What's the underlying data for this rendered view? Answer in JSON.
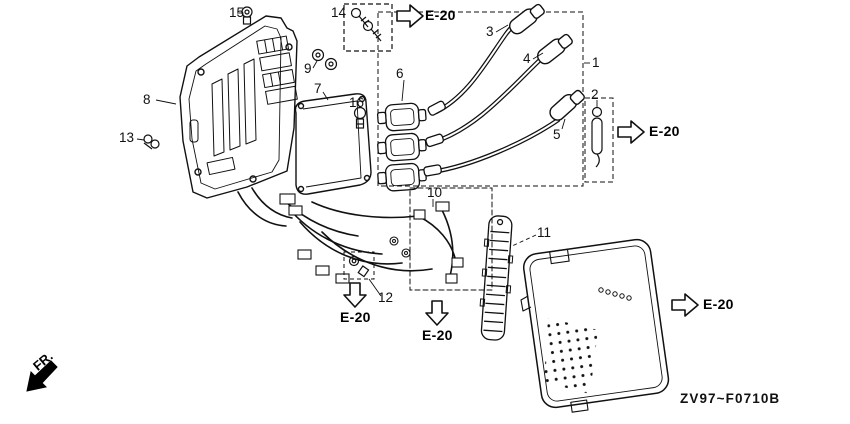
{
  "diagram": {
    "code": "ZV97~F0710B",
    "fr_label": "FR.",
    "ref_label": "E-20",
    "part_numbers": {
      "n1": "1",
      "n2": "2",
      "n3": "3",
      "n4": "4",
      "n5": "5",
      "n6": "6",
      "n7": "7",
      "n8": "8",
      "n9": "9",
      "n10": "10",
      "n11": "11",
      "n12": "12",
      "n13": "13",
      "n14": "14",
      "n15": "15",
      "n16": "16"
    }
  }
}
